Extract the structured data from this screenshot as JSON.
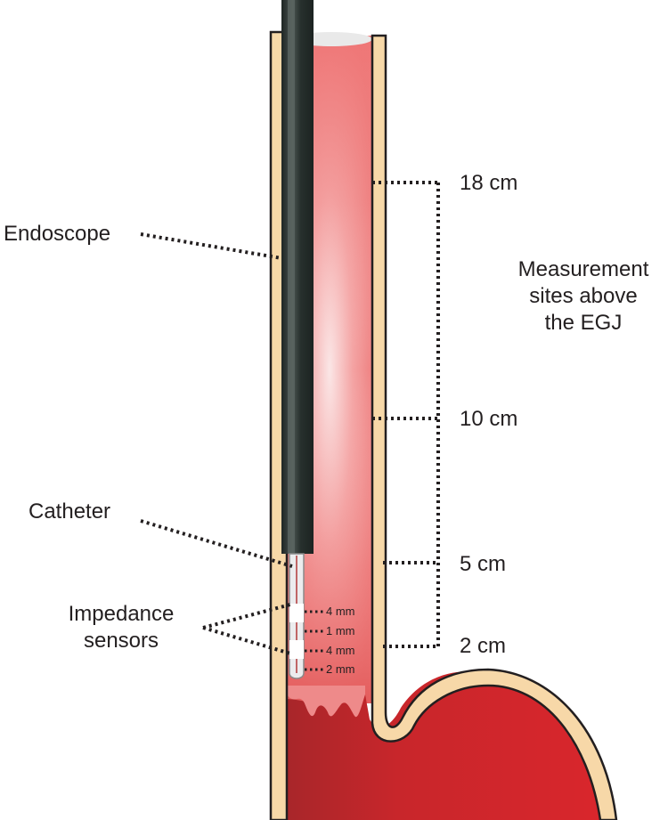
{
  "labels": {
    "endoscope": "Endoscope",
    "catheter": "Catheter",
    "impedance_line1": "Impedance",
    "impedance_line2": "sensors",
    "measurement_line1": "Measurement",
    "measurement_line2": "sites above",
    "measurement_line3": "the EGJ"
  },
  "sites": [
    "18 cm",
    "10 cm",
    "5 cm",
    "2 cm"
  ],
  "sensor_spacing": [
    "4 mm",
    "1 mm",
    "4 mm",
    "2 mm"
  ],
  "colors": {
    "wall": "#f7d8a8",
    "wall_outline": "#231f20",
    "lumen": "#ef7b7b",
    "lumen_highlight": "#fbe5e5",
    "stomach": "#d9252b",
    "endoscope": "#2b3330",
    "catheter": "#e8e8ea",
    "sensor": "#ffffff"
  }
}
